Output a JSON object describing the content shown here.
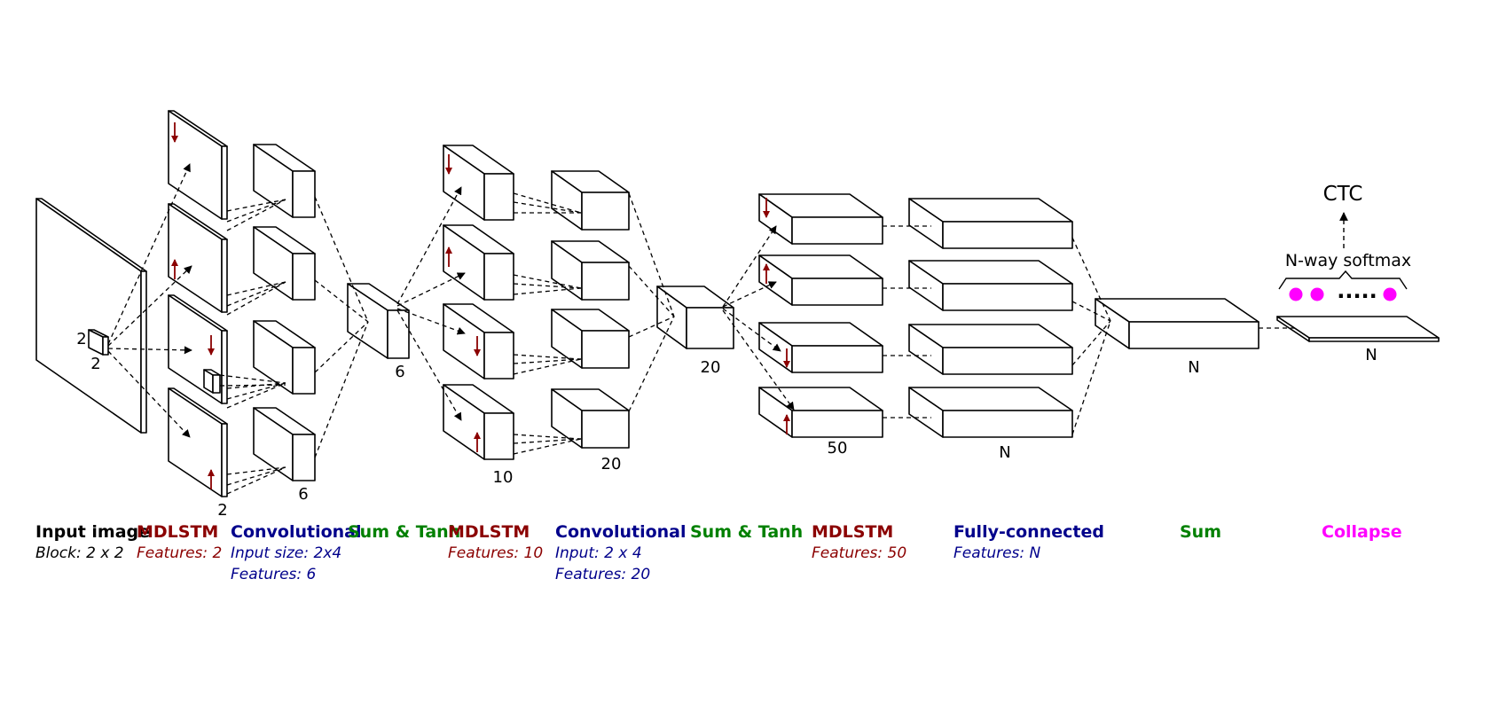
{
  "diagram": {
    "dims": {
      "input_h": "2",
      "input_w": "2",
      "mdlstm1": "2",
      "conv1": "6",
      "sum1": "6",
      "mdlstm2": "10",
      "conv2": "20",
      "sum2": "20",
      "mdlstm3": "50",
      "fc": "N",
      "sum3": "N",
      "collapse": "N"
    },
    "top": {
      "ctc": "CTC",
      "softmax": "N-way softmax",
      "ellipsis": "....."
    }
  },
  "captions": [
    {
      "title": "Input image",
      "color": "#000000",
      "subtitle": [
        "Block: 2 x 2"
      ]
    },
    {
      "title": "MDLSTM",
      "color": "#8b0000",
      "subtitle": [
        "Features: 2"
      ]
    },
    {
      "title": "Convolutional",
      "color": "#00008b",
      "subtitle": [
        "Input size: 2x4",
        "Features: 6"
      ]
    },
    {
      "title": "Sum & Tanh",
      "color": "#008000",
      "subtitle": []
    },
    {
      "title": "MDLSTM",
      "color": "#8b0000",
      "subtitle": [
        "Features: 10"
      ]
    },
    {
      "title": "Convolutional",
      "color": "#00008b",
      "subtitle": [
        "Input: 2 x 4",
        "Features: 20"
      ]
    },
    {
      "title": "Sum & Tanh",
      "color": "#008000",
      "subtitle": []
    },
    {
      "title": "MDLSTM",
      "color": "#8b0000",
      "subtitle": [
        "Features: 50"
      ]
    },
    {
      "title": "Fully-connected",
      "color": "#00008b",
      "subtitle": [
        "Features: N"
      ]
    },
    {
      "title": "Sum",
      "color": "#008000",
      "subtitle": []
    },
    {
      "title": "Collapse",
      "color": "#ff00ff",
      "subtitle": []
    }
  ],
  "colors": {
    "mdlstm_arrow": "#8b0000",
    "softmax_dot": "#ff00ff",
    "stroke": "#000000"
  }
}
